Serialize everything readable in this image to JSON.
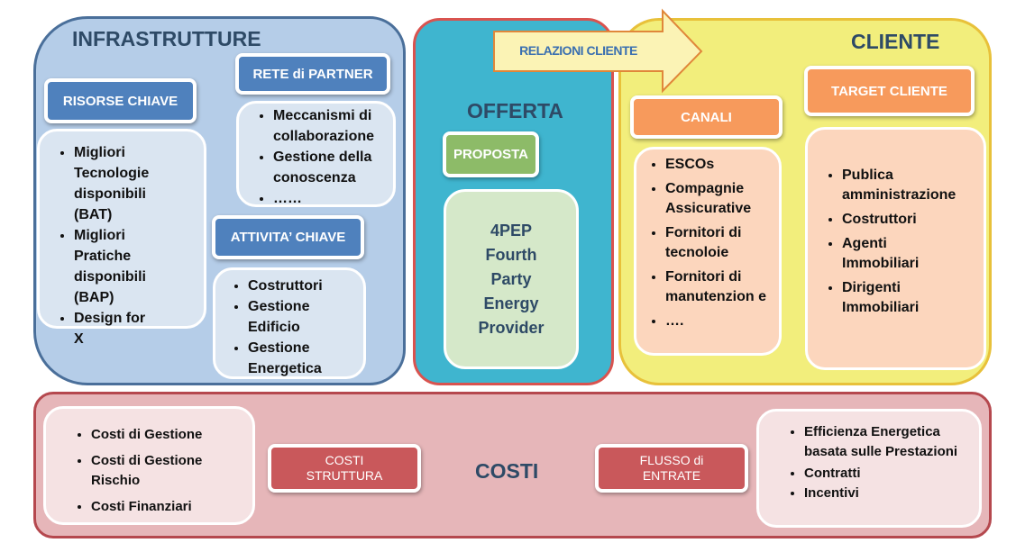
{
  "infrastrutture": {
    "title": "INFRASTRUTTURE",
    "rete_partner": {
      "label": "RETE di PARTNER",
      "items": [
        "Meccanismi di collaborazione",
        "Gestione della conoscenza",
        "……"
      ]
    },
    "risorse_chiave": {
      "label": "RISORSE CHIAVE",
      "items": [
        "Migliori Tecnologie disponibili (BAT)",
        "Migliori Pratiche disponibili (BAP)",
        "Design for X"
      ]
    },
    "attivita_chiave": {
      "label": "ATTIVITA’ CHIAVE",
      "items": [
        "Costruttori",
        "Gestione Edificio",
        "Gestione Energetica"
      ]
    }
  },
  "offerta": {
    "title": "OFFERTA",
    "proposta": {
      "label": "PROPOSTA",
      "lines": [
        "4PEP",
        "Fourth",
        "Party",
        "Energy",
        "Provider"
      ]
    }
  },
  "relazioni_cliente": {
    "label": "RELAZIONI CLIENTE"
  },
  "cliente": {
    "title": "CLIENTE",
    "canali": {
      "label": "CANALI",
      "items": [
        "ESCOs",
        "Compagnie Assicurative",
        "Fornitori di tecnoloie",
        "Fornitori di manutenzion e",
        "…."
      ]
    },
    "target": {
      "label": "TARGET CLIENTE",
      "items": [
        "Publica amministrazione",
        "Costruttori",
        "Agenti Immobiliari",
        "Dirigenti Immobiliari"
      ]
    }
  },
  "costi": {
    "title": "COSTI",
    "struttura": {
      "label_lines": [
        "COSTI",
        "STRUTTURA"
      ],
      "items": [
        "Costi di Gestione",
        "Costi di Gestione Rischio",
        "Costi Finanziari"
      ]
    },
    "entrate": {
      "label_lines": [
        "FLUSSO di",
        "ENTRATE"
      ],
      "items": [
        "Efficienza Energetica basata sulle Prestazioni",
        "Contratti",
        "Incentivi"
      ]
    }
  },
  "colors": {
    "infra": "#b7cfe9",
    "offerta": "#3fb5cf",
    "cliente": "#f2ee7c",
    "costi": "#e6b6b9"
  }
}
